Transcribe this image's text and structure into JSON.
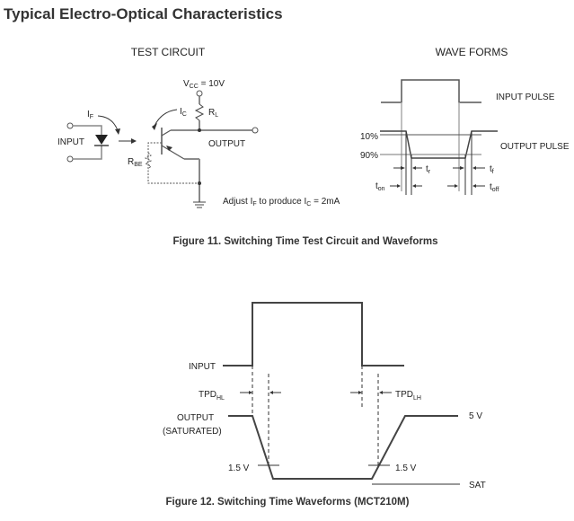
{
  "page_title": "Typical Electro-Optical Characteristics",
  "figure11": {
    "caption": "Figure 11. Switching Time Test Circuit and Waveforms",
    "test_circuit": {
      "heading": "TEST CIRCUIT",
      "vcc": "V",
      "vcc_sub": "CC",
      "vcc_value": " = 10V",
      "if_label": "I",
      "if_sub": "F",
      "ic_label": "I",
      "ic_sub": "C",
      "rl_label": "R",
      "rl_sub": "L",
      "rbe_label": "R",
      "rbe_sub": "BE",
      "input_label": "INPUT",
      "output_label": "OUTPUT",
      "note_prefix": "Adjust ",
      "note_if": "I",
      "note_if_sub": "F",
      "note_mid": " to produce ",
      "note_ic": "I",
      "note_ic_sub": "C",
      "note_suffix": " = 2mA"
    },
    "waveforms": {
      "heading": "WAVE FORMS",
      "input_pulse": "INPUT PULSE",
      "output_pulse": "OUTPUT PULSE",
      "level_10": "10%",
      "level_90": "90%",
      "tr": "t",
      "tr_sub": "r",
      "tf": "t",
      "tf_sub": "f",
      "ton": "t",
      "ton_sub": "on",
      "toff": "t",
      "toff_sub": "off"
    }
  },
  "figure12": {
    "caption": "Figure 12. Switching Time Waveforms (MCT210M)",
    "input_label": "INPUT",
    "output_label": "OUTPUT",
    "output_sublabel": "(SATURATED)",
    "tpd_hl": "TPD",
    "tpd_hl_sub": "HL",
    "tpd_lh": "TPD",
    "tpd_lh_sub": "LH",
    "level_left": "1.5 V",
    "level_right": "1.5 V",
    "high_level": "5 V",
    "sat_level": "SAT"
  }
}
